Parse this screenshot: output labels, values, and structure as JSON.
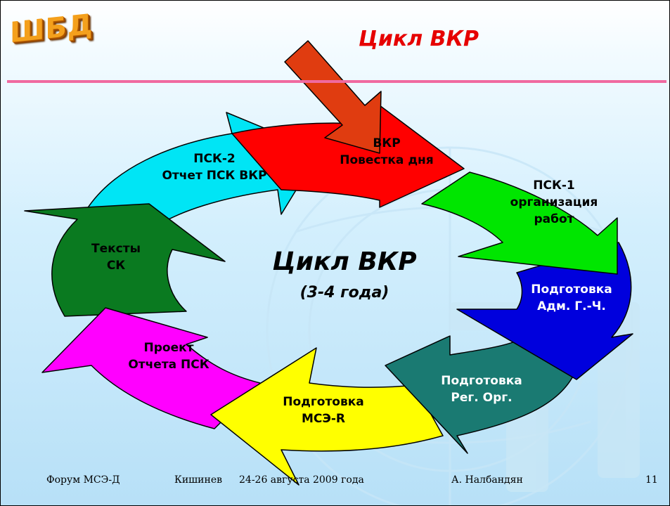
{
  "header": {
    "logo_text": "ШБД",
    "title": "Цикл ВКР"
  },
  "diagram": {
    "center_title": "Цикл ВКР",
    "center_subtitle": "(3-4 года)",
    "segments": [
      {
        "lines": [
          "ВКР",
          "Повестка дня"
        ],
        "color": "#ff0000"
      },
      {
        "lines": [
          "ПСК-1",
          "организация",
          "работ"
        ],
        "color": "#00e600"
      },
      {
        "lines": [
          "Подготовка",
          "Адм. Г.-Ч."
        ],
        "color": "#0000dd"
      },
      {
        "lines": [
          "Подготовка",
          "Рег. Орг."
        ],
        "color": "#1a7a72"
      },
      {
        "lines": [
          "Подготовка",
          "МСЭ-R"
        ],
        "color": "#ffff00"
      },
      {
        "lines": [
          "Проект",
          "Отчета ПСК"
        ],
        "color": "#ff00ff"
      },
      {
        "lines": [
          "Тексты",
          "СК"
        ],
        "color": "#0a7a20"
      },
      {
        "lines": [
          "ПСК-2",
          "Отчет ПСК ВКР"
        ],
        "color": "#00e5f5"
      }
    ],
    "input_arrow_color": "#e03c10"
  },
  "footer": {
    "forum": "Форум МСЭ-Д",
    "location": "Кишинев",
    "dates": "24-26 августа 2009 года",
    "author": "А. Налбандян",
    "page_number": "11"
  }
}
